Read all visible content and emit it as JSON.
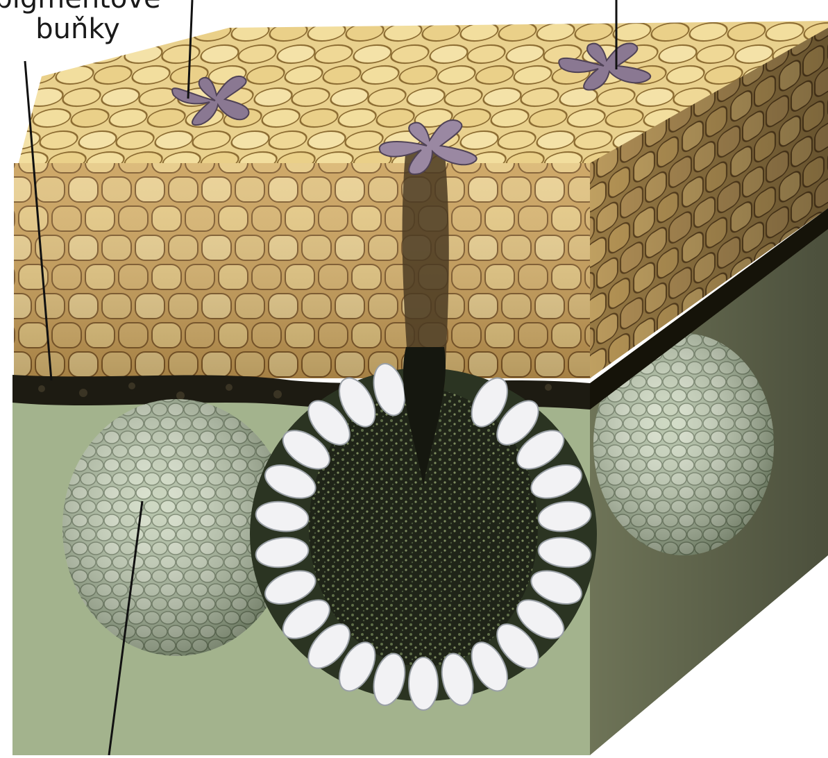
{
  "labels": {
    "pigment_line1": "pigmentové",
    "pigment_line2": "buňky"
  },
  "colors": {
    "epidermis_light": "#f3dfa0",
    "epidermis_mid": "#d9b56a",
    "epidermis_dark": "#a07a3a",
    "cell_outline": "#7a5a28",
    "pigment_layer": "#1c1a12",
    "dermis_front": "#a6b690",
    "dermis_side": "#6e7458",
    "gland_green": "#8fa084",
    "gland_cells": "#c9d4bc",
    "gland_white": "#f2f2f4",
    "chromatophore": "#8c7a94",
    "leader_line": "#111111"
  },
  "icons": {
    "chromatophore": "star-shaped pigment cell",
    "gland": "spherical skin gland"
  }
}
